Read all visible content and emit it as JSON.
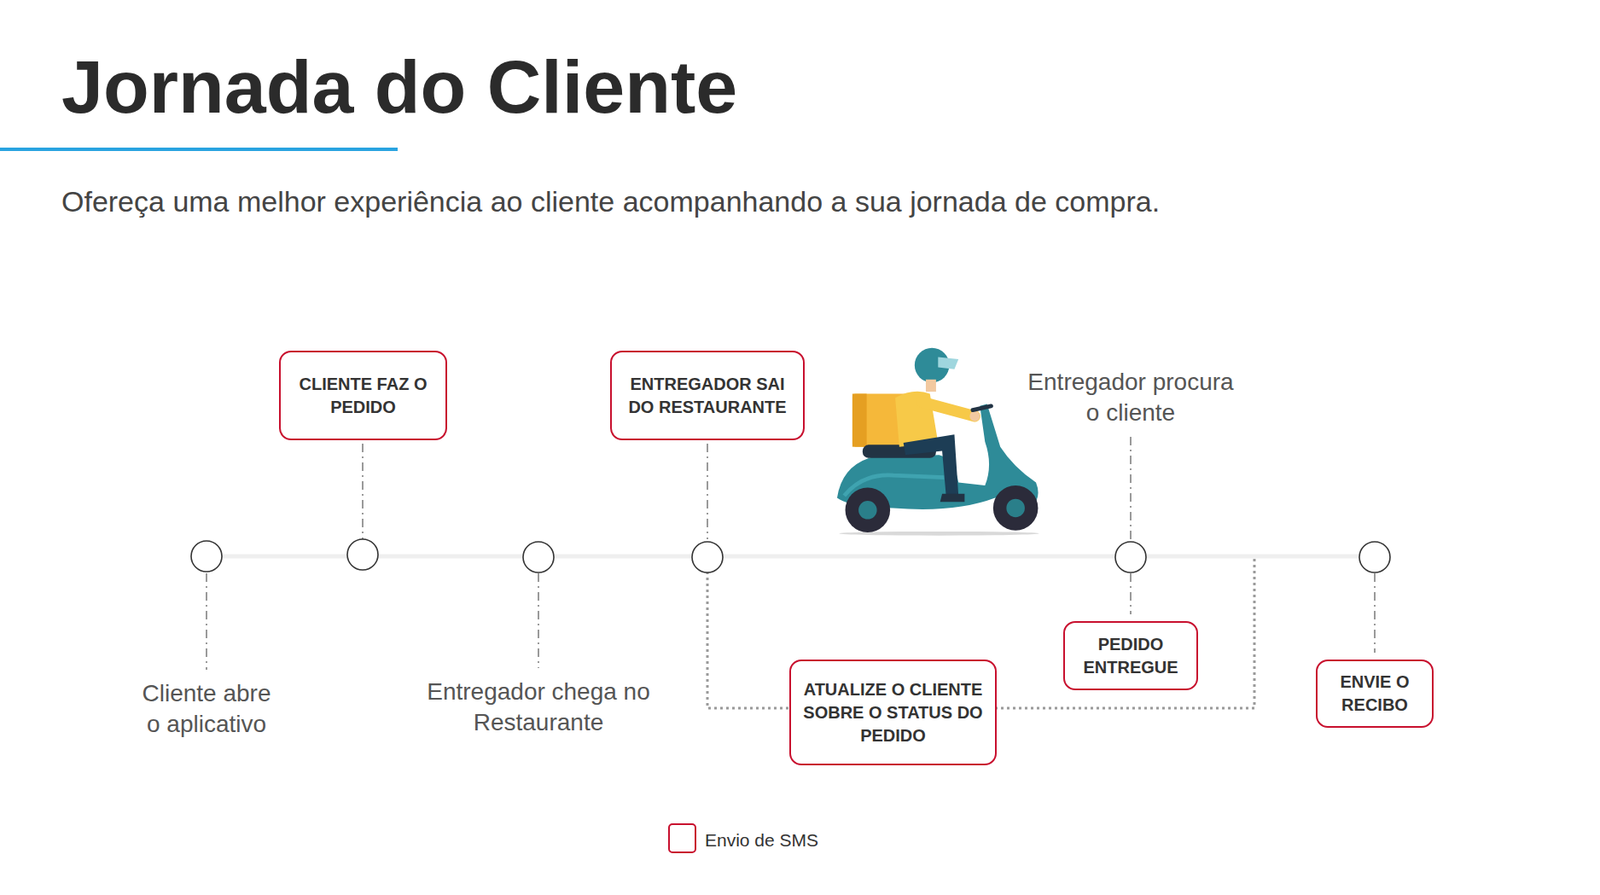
{
  "diagram": {
    "title": "Jornada do Cliente",
    "caption": "Ofereça uma melhor experiência ao cliente acompanhando a sua jornada de compra.",
    "nodes": [
      {
        "text": [
          "CLIENTE FAZ O PEDIDO"
        ]
      },
      {
        "text": [
          "ENTREGADOR SAI DO RESTAURANTE"
        ]
      },
      {
        "text": [
          "ATUALIZE O CLIENTE SOBRE O STATUS DO PEDIDO"
        ]
      },
      {
        "text": [
          "PEDIDO ENTREGUE"
        ]
      },
      {
        "text": [
          "ENVIE O RECIBO"
        ]
      }
    ],
    "labels": [
      "Cliente abre o aplicativo",
      "Entregador chega no Restaurante",
      "Entregador procura o cliente"
    ],
    "legend": [
      {
        "text": "Envio de SMS"
      }
    ]
  }
}
